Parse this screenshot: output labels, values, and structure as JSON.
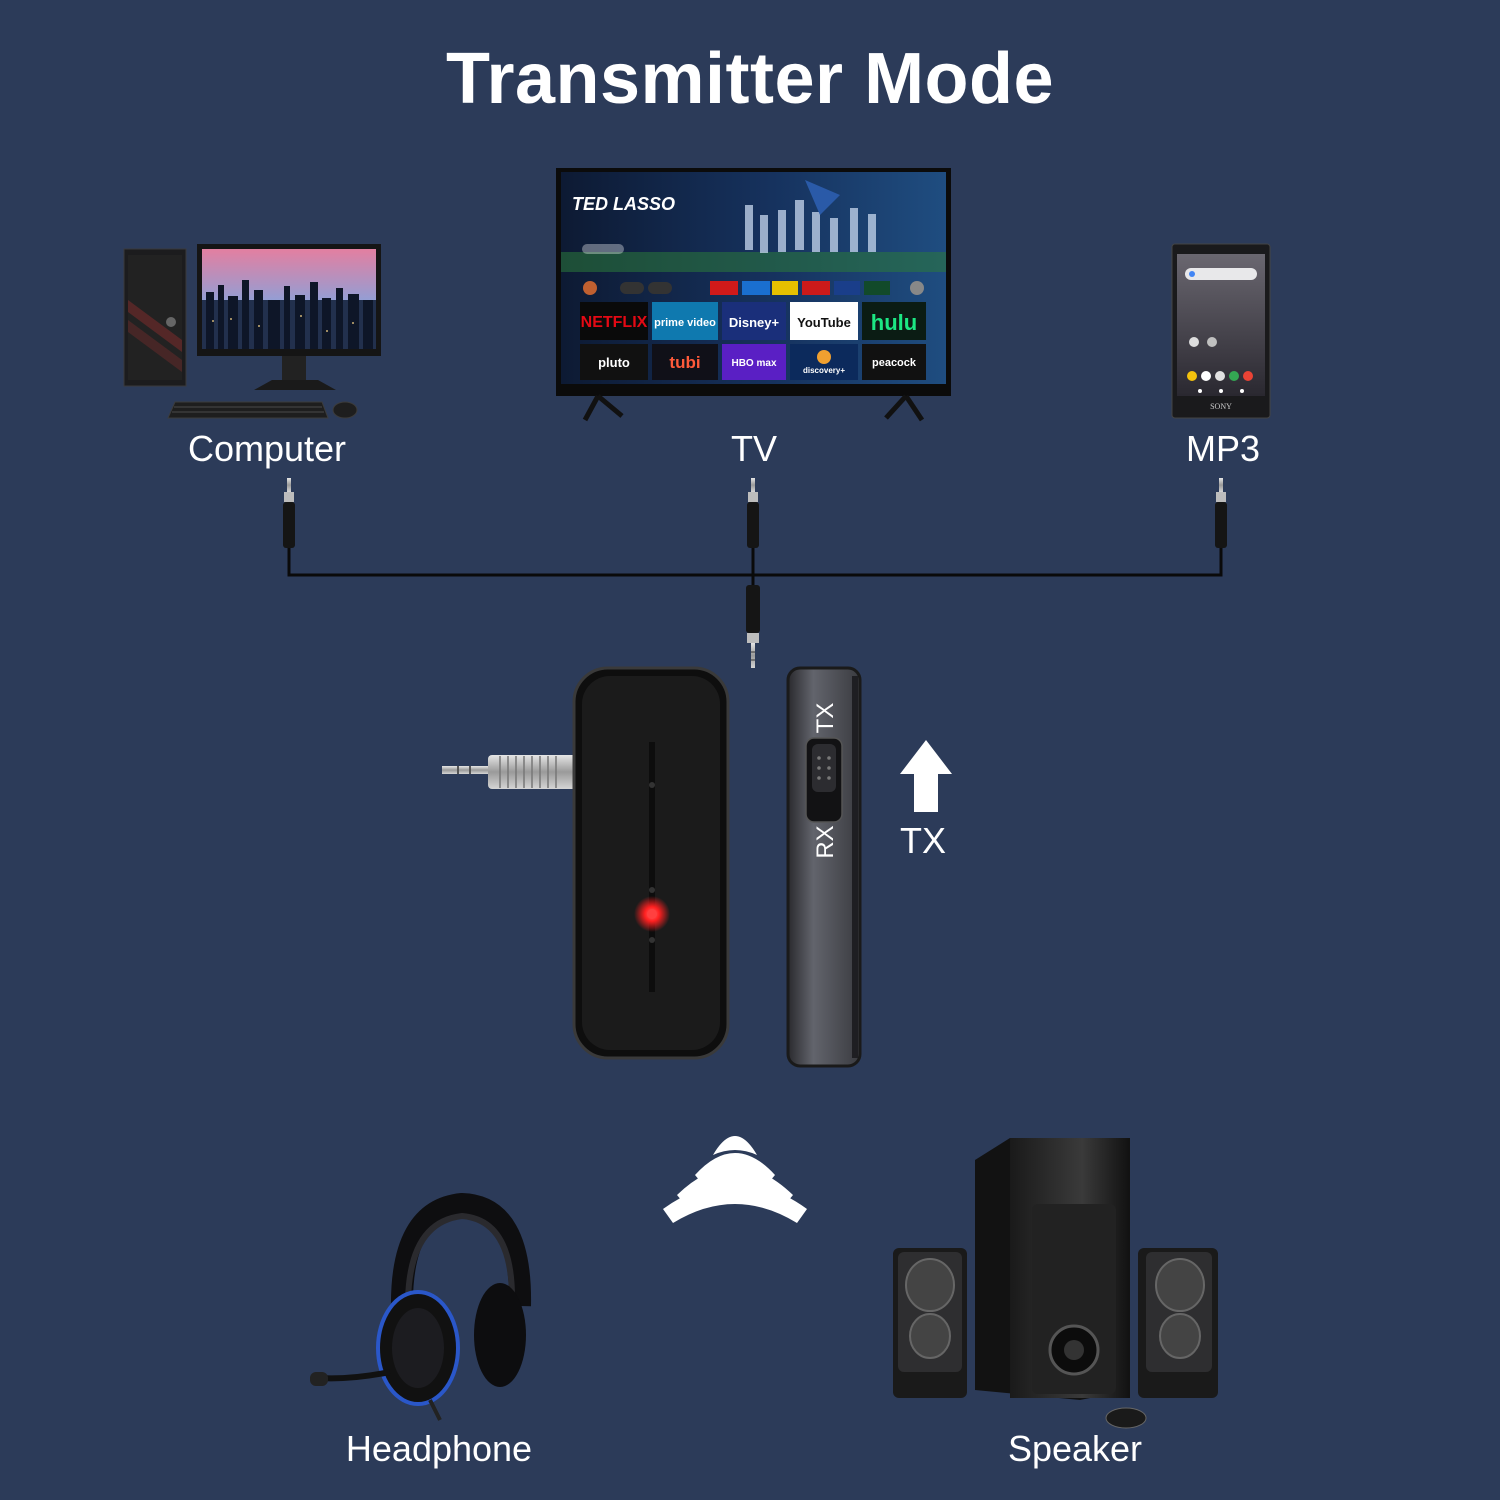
{
  "title": "Transmitter Mode",
  "colors": {
    "background": "#2c3b59",
    "text": "#ffffff",
    "led": "#ff2020",
    "device_body": "#141414"
  },
  "sources": [
    {
      "label": "Computer",
      "icon": "computer-icon"
    },
    {
      "label": "TV",
      "icon": "tv-icon"
    },
    {
      "label": "MP3",
      "icon": "mp3-player-icon"
    }
  ],
  "tv_screen": {
    "show_title": "TED LASSO",
    "apps_row1": [
      "NETFLIX",
      "prime video",
      "Disney+",
      "YouTube",
      "hulu"
    ],
    "apps_row2": [
      "pluto",
      "tubi",
      "HBO max",
      "discovery+",
      "peacock"
    ]
  },
  "mp3_brand": "SONY",
  "switch": {
    "top_label": "TX",
    "bottom_label": "RX"
  },
  "mode_indicator": {
    "label": "TX",
    "icon": "arrow-up-icon"
  },
  "wireless_icon": "wireless-signal-icon",
  "outputs": [
    {
      "label": "Headphone",
      "icon": "headphone-icon"
    },
    {
      "label": "Speaker",
      "icon": "speaker-icon"
    }
  ]
}
